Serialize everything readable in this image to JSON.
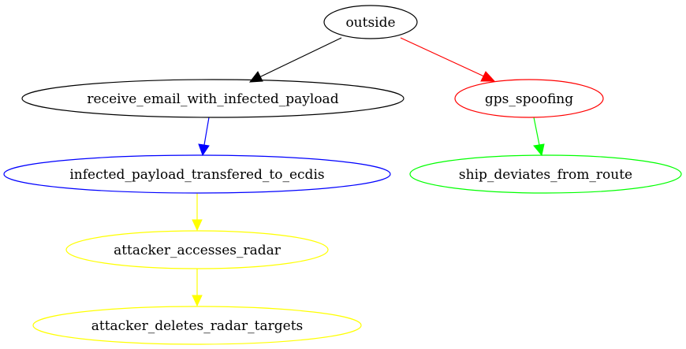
{
  "colors": {
    "black": "#000000",
    "red": "#ff0000",
    "blue": "#0000ff",
    "green": "#00ff00",
    "yellow": "#ffff00"
  },
  "nodes": {
    "outside": {
      "label": "outside",
      "color": "#000000"
    },
    "receive_email": {
      "label": "receive_email_with_infected_payload",
      "color": "#000000"
    },
    "gps_spoofing": {
      "label": "gps_spoofing",
      "color": "#ff0000"
    },
    "infected_payload": {
      "label": "infected_payload_transfered_to_ecdis",
      "color": "#0000ff"
    },
    "ship_deviates": {
      "label": "ship_deviates_from_route",
      "color": "#00ff00"
    },
    "attacker_accesses": {
      "label": "attacker_accesses_radar",
      "color": "#ffff00"
    },
    "attacker_deletes": {
      "label": "attacker_deletes_radar_targets",
      "color": "#ffff00"
    }
  },
  "edges": [
    {
      "from": "outside",
      "to": "receive_email",
      "color": "#000000"
    },
    {
      "from": "outside",
      "to": "gps_spoofing",
      "color": "#ff0000"
    },
    {
      "from": "receive_email",
      "to": "infected_payload",
      "color": "#0000ff"
    },
    {
      "from": "gps_spoofing",
      "to": "ship_deviates",
      "color": "#00ff00"
    },
    {
      "from": "infected_payload",
      "to": "attacker_accesses",
      "color": "#ffff00"
    },
    {
      "from": "attacker_accesses",
      "to": "attacker_deletes",
      "color": "#ffff00"
    }
  ]
}
